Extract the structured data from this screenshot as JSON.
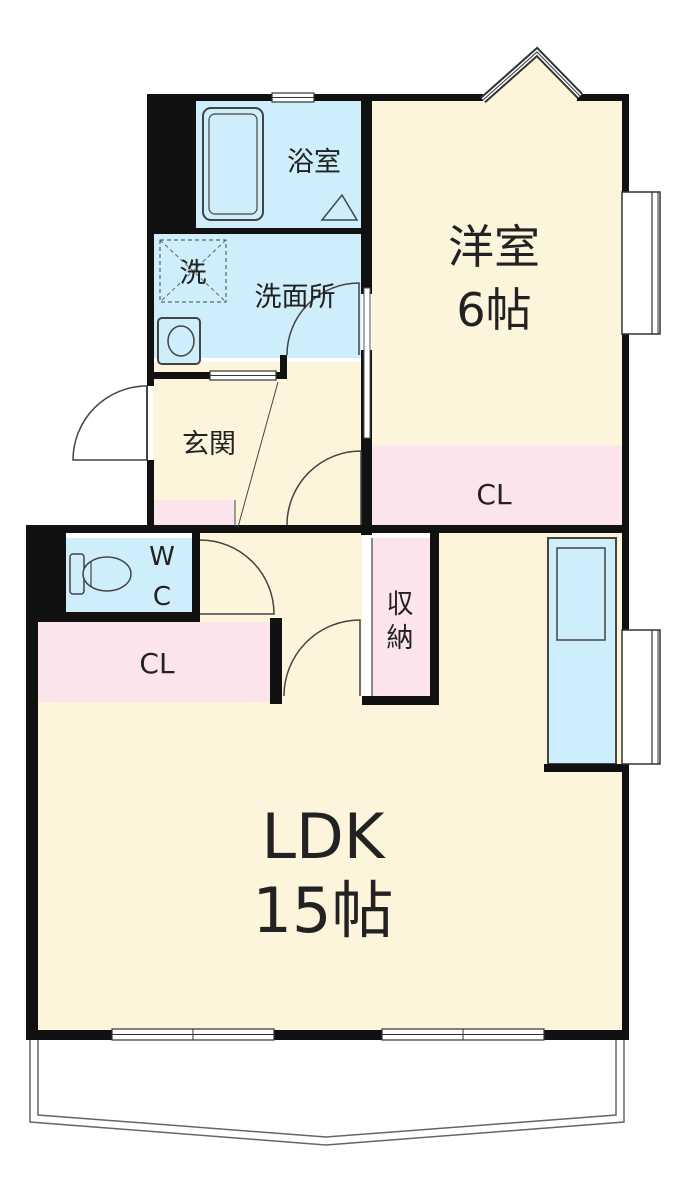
{
  "rooms": {
    "bath": "浴室",
    "washroom": "洗面所",
    "washer": "洗",
    "western_room": "洋室",
    "western_size": "6帖",
    "western_closet": "CL",
    "entrance": "玄関",
    "wc_w": "W",
    "wc_c": "C",
    "storage_1": "収",
    "storage_2": "納",
    "hall_closet": "CL",
    "ldk": "LDK",
    "ldk_size": "15帖"
  },
  "colors": {
    "floor": "#fdf4dc",
    "wet_area": "#cdeefa",
    "closet": "#fbe4ec",
    "wall": "#111111"
  }
}
